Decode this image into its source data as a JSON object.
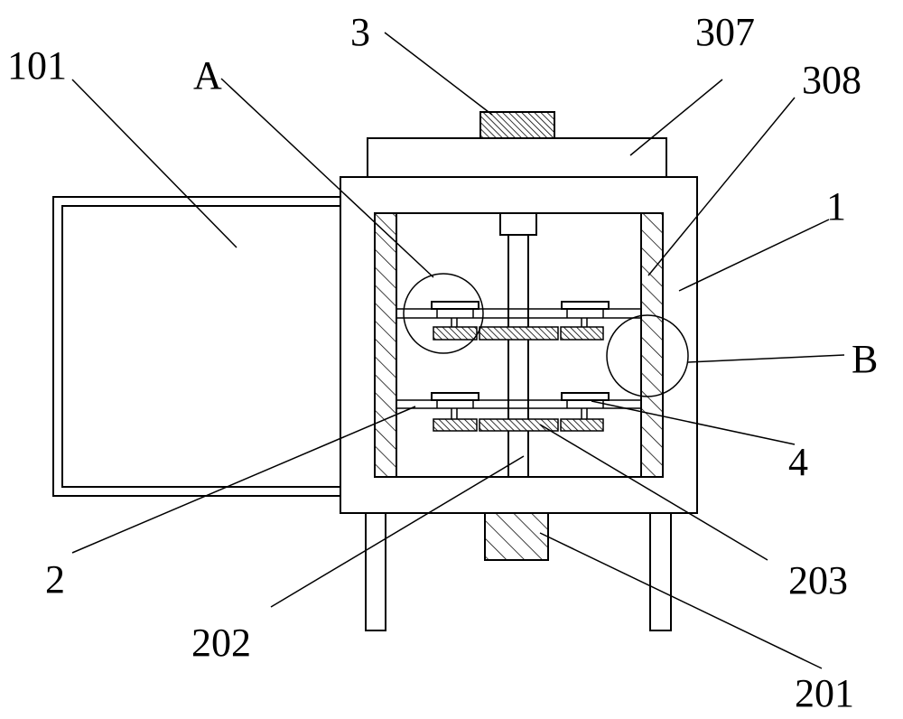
{
  "labels": {
    "l3": "3",
    "l307": "307",
    "l308": "308",
    "l101": "101",
    "lA": "A",
    "l1": "1",
    "lB": "B",
    "l4": "4",
    "l2": "2",
    "l203": "203",
    "l202": "202",
    "l201": "201"
  }
}
